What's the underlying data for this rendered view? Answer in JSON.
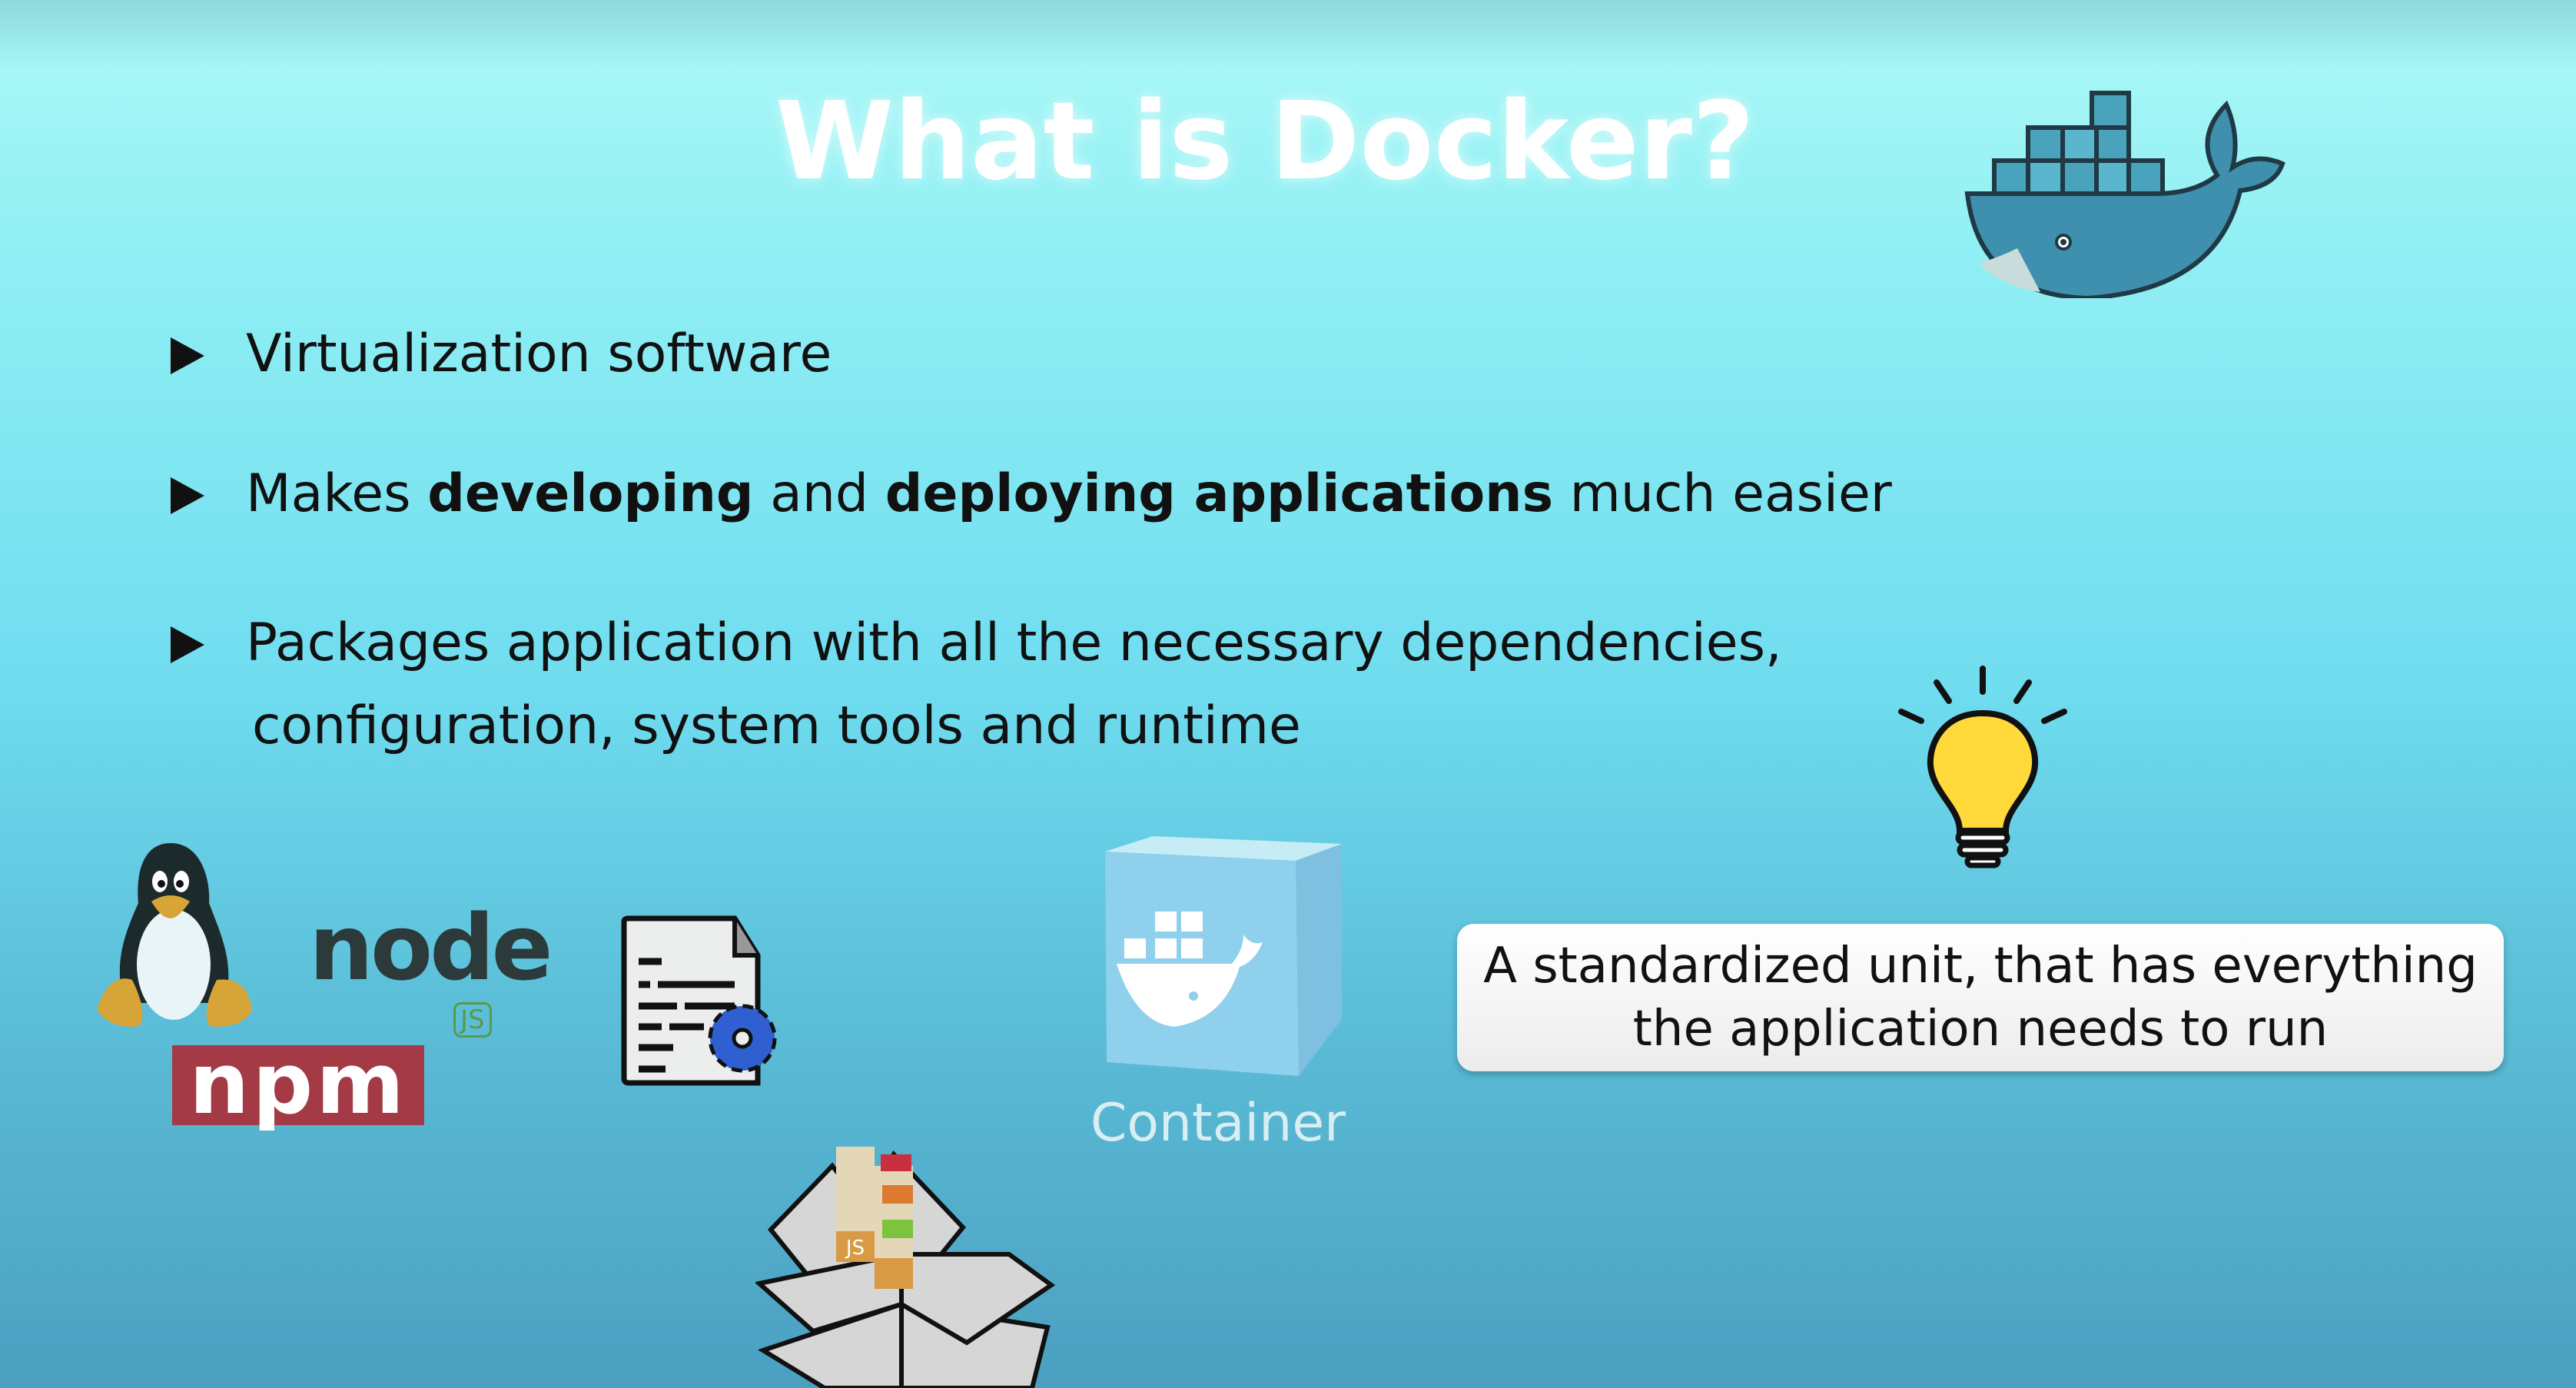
{
  "title": "What is Docker?",
  "bullets": [
    {
      "parts": [
        "Virtualization software"
      ]
    },
    {
      "parts": [
        "Makes ",
        "developing",
        " and ",
        "deploying applications",
        " much easier"
      ]
    },
    {
      "parts": [
        "Packages application with all the necessary dependencies,"
      ],
      "continuation": "configuration, system tools and runtime"
    }
  ],
  "container_label": "Container",
  "callout": {
    "line1": "A standardized unit, that has everything",
    "line2": "the application needs to run"
  },
  "icons": [
    "docker-whale-logo",
    "lightbulb",
    "docker-container-cube",
    "linux-penguin",
    "nodejs-logo",
    "npm-logo",
    "config-file-gear",
    "open-box-with-js-files"
  ],
  "logos": {
    "node": "node",
    "node_sub": "JS",
    "npm": "npm",
    "box_file": "JS"
  },
  "colors": {
    "title": "#ffffff",
    "docker_blue": "#3f8fae",
    "npm_red": "#a33a45",
    "gear_blue": "#2f5fd0",
    "bulb_yellow": "#ffd83a"
  }
}
